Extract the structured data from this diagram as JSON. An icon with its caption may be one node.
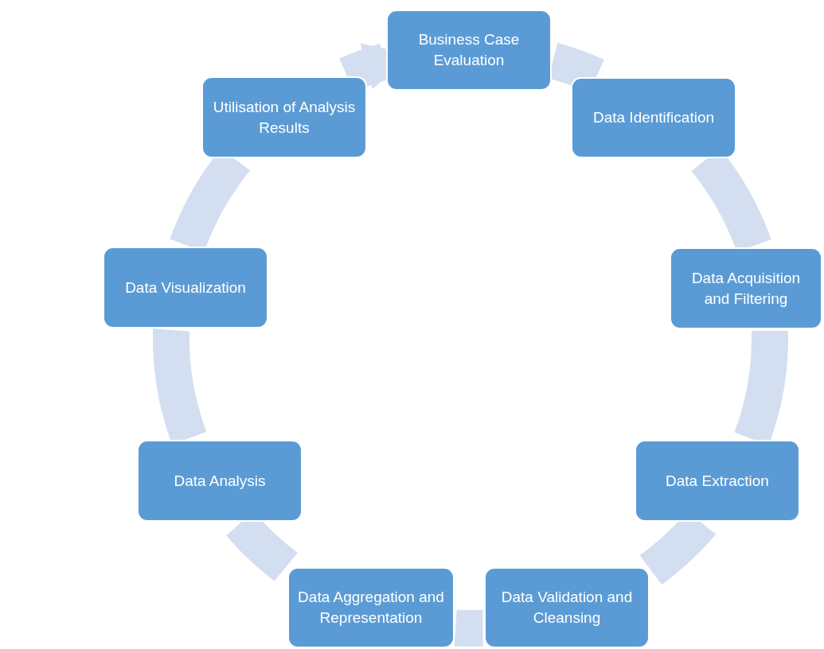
{
  "diagram": {
    "nodes": [
      {
        "text": [
          "Business Case Evaluation"
        ]
      },
      {
        "text": [
          "Data Identification"
        ]
      },
      {
        "text": [
          "Data Acquisition and Filtering"
        ]
      },
      {
        "text": [
          "Data Extraction"
        ]
      },
      {
        "text": [
          "Data Validation and Cleansing"
        ]
      },
      {
        "text": [
          "Data Aggregation and Representation"
        ]
      },
      {
        "text": [
          "Data Analysis"
        ]
      },
      {
        "text": [
          "Data Visualization"
        ]
      },
      {
        "text": [
          "Utilisation of Analysis Results"
        ]
      }
    ],
    "edges": [
      {
        "from": 0,
        "to": 1,
        "arrow": "none"
      },
      {
        "from": 1,
        "to": 2,
        "arrow": "none"
      },
      {
        "from": 2,
        "to": 3,
        "arrow": "none"
      },
      {
        "from": 3,
        "to": 4,
        "arrow": "none"
      },
      {
        "from": 4,
        "to": 5,
        "arrow": "none"
      },
      {
        "from": 5,
        "to": 6,
        "arrow": "none"
      },
      {
        "from": 6,
        "to": 7,
        "arrow": "none"
      },
      {
        "from": 7,
        "to": 8,
        "arrow": "none"
      },
      {
        "from": 8,
        "to": 0,
        "arrow": "to"
      }
    ]
  }
}
